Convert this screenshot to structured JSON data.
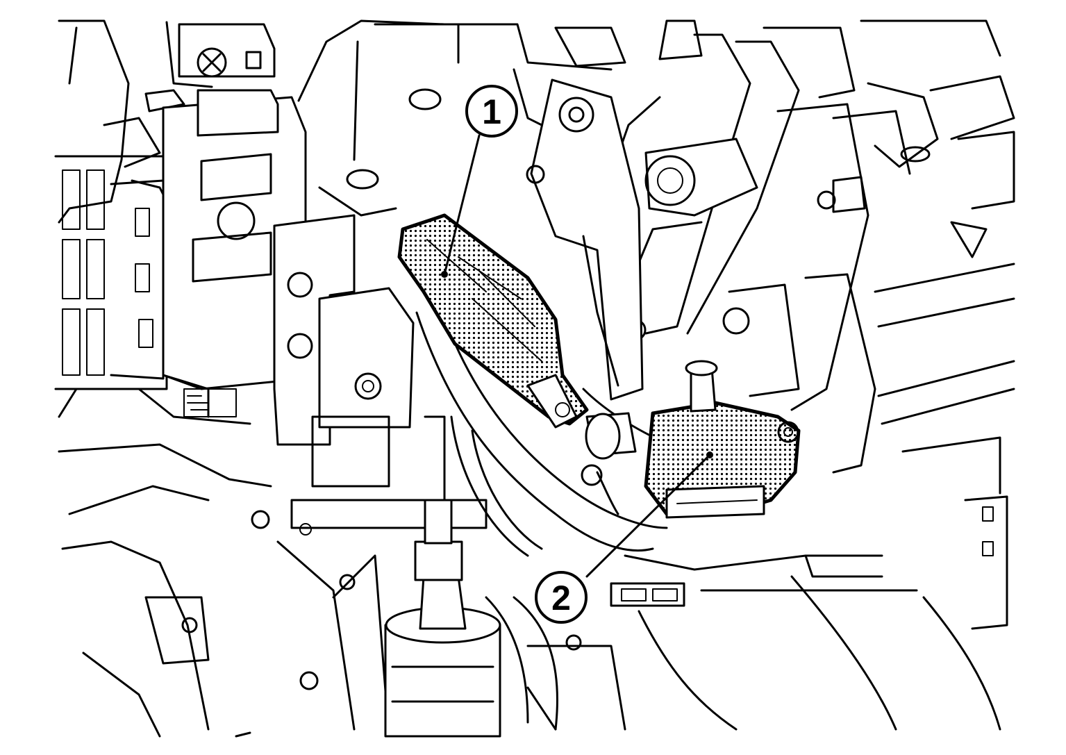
{
  "callouts": [
    {
      "id": "1",
      "label": "1"
    },
    {
      "id": "2",
      "label": "2"
    }
  ],
  "colors": {
    "line": "#000000",
    "background": "#ffffff",
    "highlight_pattern": "dotted"
  }
}
